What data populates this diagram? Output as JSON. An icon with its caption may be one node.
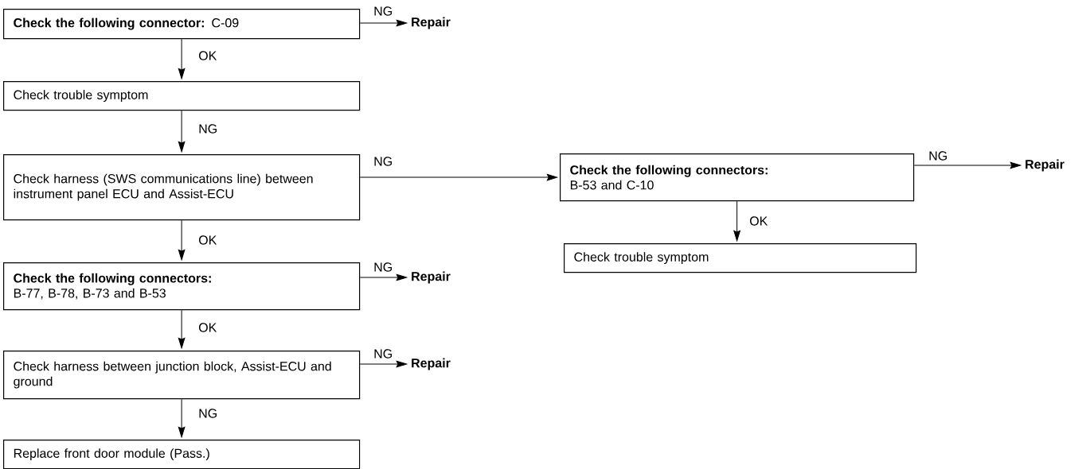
{
  "diagram": {
    "nodes": [
      {
        "text": [
          "**Check the following connector:** C-09"
        ]
      },
      {
        "text": [
          "Check trouble symptom"
        ]
      },
      {
        "text": [
          "Check harness (SWS communications line) between instrument panel ECU and Assist-ECU"
        ]
      },
      {
        "text": [
          "Check the following connectors:",
          "B-77, B-78, B-73 and B-53"
        ]
      },
      {
        "text": [
          "Check harness between junction block, Assist-ECU and ground"
        ]
      },
      {
        "text": [
          "Replace front door module (Pass.)"
        ]
      },
      {
        "text": [
          "Repair"
        ]
      },
      {
        "text": [
          "Repair"
        ]
      },
      {
        "text": [
          "Repair"
        ]
      },
      {
        "text": [
          "Check the following connectors:",
          "B-53 and C-10"
        ]
      },
      {
        "text": [
          "Repair"
        ]
      },
      {
        "text": [
          "Check trouble symptom"
        ]
      }
    ],
    "edges": [
      {
        "from": 0,
        "to": 6,
        "arrow": "to",
        "label": "NG"
      },
      {
        "from": 0,
        "to": 1,
        "arrow": "to",
        "label": "OK"
      },
      {
        "from": 1,
        "to": 2,
        "arrow": "to",
        "label": "NG"
      },
      {
        "from": 2,
        "to": 9,
        "arrow": "to",
        "label": "NG"
      },
      {
        "from": 2,
        "to": 3,
        "arrow": "to",
        "label": "OK"
      },
      {
        "from": 3,
        "to": 7,
        "arrow": "to",
        "label": "NG"
      },
      {
        "from": 3,
        "to": 4,
        "arrow": "to",
        "label": "OK"
      },
      {
        "from": 4,
        "to": 8,
        "arrow": "to",
        "label": "NG"
      },
      {
        "from": 4,
        "to": 5,
        "arrow": "to",
        "label": "NG"
      },
      {
        "from": 9,
        "to": 10,
        "arrow": "to",
        "label": "NG"
      },
      {
        "from": 9,
        "to": 11,
        "arrow": "to",
        "label": "OK"
      }
    ]
  }
}
